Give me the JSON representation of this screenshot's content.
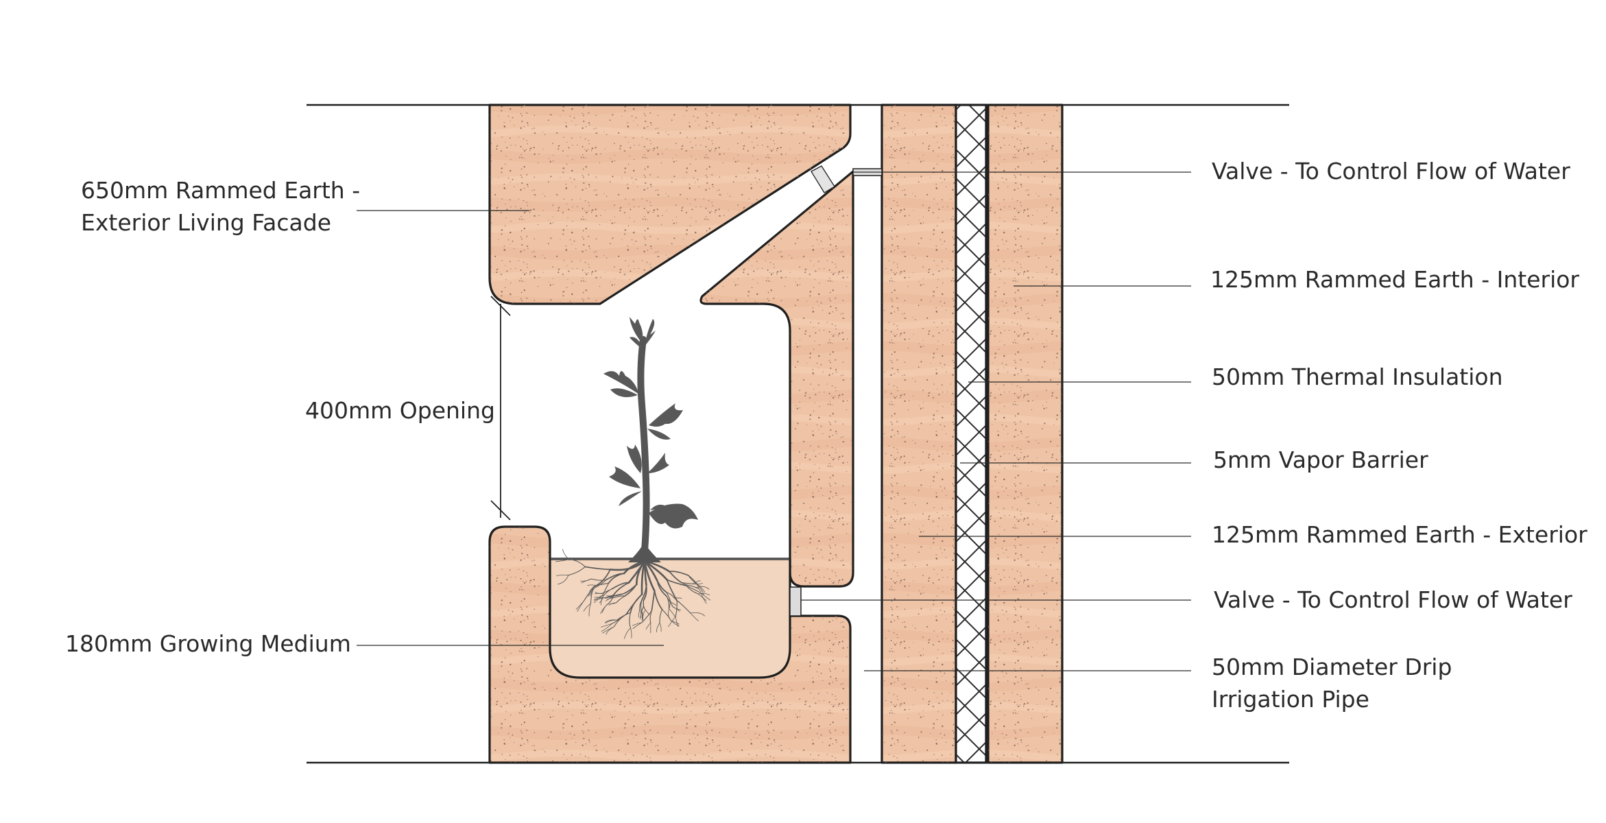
{
  "labels": {
    "facade_line1": "650mm Rammed Earth -",
    "facade_line2": "Exterior Living Facade",
    "opening": "400mm Opening",
    "growing_medium": "180mm Growing Medium",
    "valve_top": "Valve - To Control Flow of Water",
    "interior_earth": "125mm Rammed Earth - Interior",
    "insulation": "50mm Thermal Insulation",
    "vapor_barrier": "5mm Vapor Barrier",
    "exterior_earth": "125mm Rammed Earth - Exterior",
    "valve_bottom": "Valve - To Control Flow of Water",
    "pipe_line1": "50mm Diameter Drip",
    "pipe_line2": "Irrigation Pipe"
  },
  "colors": {
    "rammed_earth": "#efc4a6",
    "rammed_earth_stripe": "#e7b595",
    "speckle": "#8a6a5c",
    "growing_medium": "#f2d6bf",
    "outline": "#1f1f1f",
    "plant": "#595959",
    "valve": "#dcdcdc"
  },
  "icons": {
    "plant": "plant-with-roots-icon",
    "insulation_pattern": "crosshatch-pattern"
  }
}
